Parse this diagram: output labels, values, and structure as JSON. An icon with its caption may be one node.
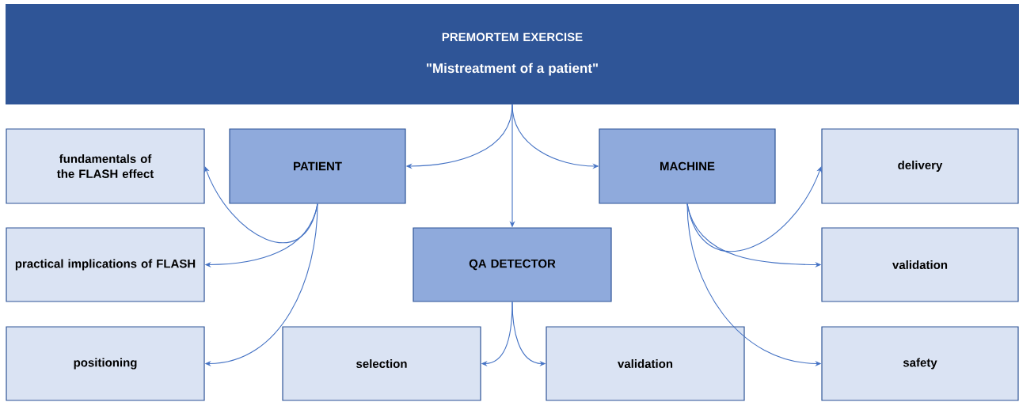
{
  "diagram": {
    "nodes": [
      {
        "text": [
          "PREMORTEM EXERCISE",
          "\"Mistreatment of a patient\""
        ]
      },
      {
        "text": [
          "fundamentals of the FLASH effect"
        ]
      },
      {
        "text": [
          "PATIENT"
        ]
      },
      {
        "text": [
          "MACHINE"
        ]
      },
      {
        "text": [
          "delivery"
        ]
      },
      {
        "text": [
          "practical implications of FLASH"
        ]
      },
      {
        "text": [
          "QA DETECTOR"
        ]
      },
      {
        "text": [
          "validation"
        ]
      },
      {
        "text": [
          "positioning"
        ]
      },
      {
        "text": [
          "selection"
        ]
      },
      {
        "text": [
          "validation"
        ]
      },
      {
        "text": [
          "safety"
        ]
      }
    ],
    "edges": [
      {
        "from": 0,
        "to": 2,
        "arrow": "to"
      },
      {
        "from": 0,
        "to": 3,
        "arrow": "to"
      },
      {
        "from": 0,
        "to": 6,
        "arrow": "to"
      },
      {
        "from": 2,
        "to": 1,
        "arrow": "to"
      },
      {
        "from": 2,
        "to": 5,
        "arrow": "to"
      },
      {
        "from": 2,
        "to": 8,
        "arrow": "to"
      },
      {
        "from": 3,
        "to": 4,
        "arrow": "to"
      },
      {
        "from": 3,
        "to": 7,
        "arrow": "to"
      },
      {
        "from": 3,
        "to": 11,
        "arrow": "to"
      },
      {
        "from": 6,
        "to": 9,
        "arrow": "to"
      },
      {
        "from": 6,
        "to": 10,
        "arrow": "to"
      }
    ]
  }
}
